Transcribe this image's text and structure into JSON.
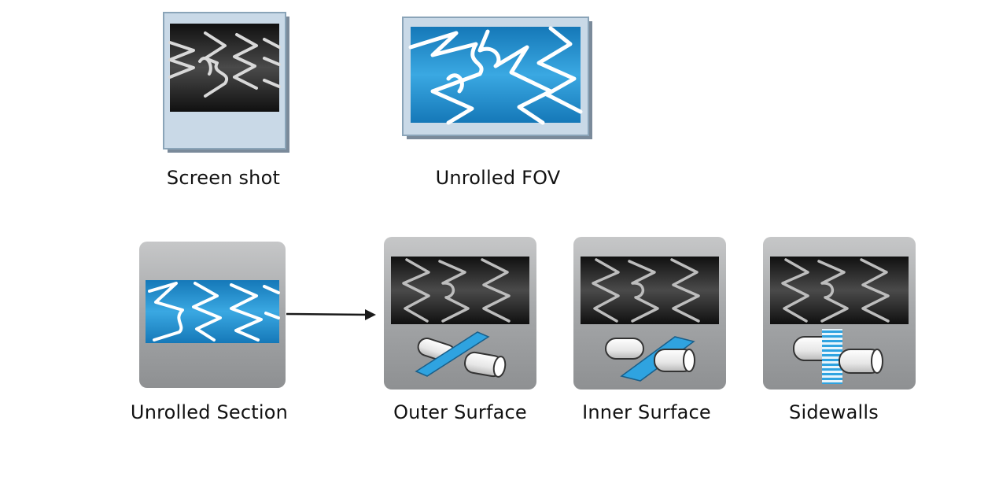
{
  "colors": {
    "blue": "#1e8fd0",
    "dark": "#2b2b2b",
    "panel_gray": "#9c9e a0",
    "frame_light": "#c8d8e6",
    "stent_white": "#ffffff"
  },
  "tools": {
    "screen_shot": {
      "label": "Screen shot",
      "icon": "screenshot-icon"
    },
    "unrolled_fov": {
      "label": "Unrolled FOV",
      "icon": "unrolled-fov-icon"
    },
    "unrolled_section": {
      "label": "Unrolled Section",
      "icon": "unrolled-section-icon"
    },
    "outer_surface": {
      "label": "Outer Surface",
      "icon": "outer-surface-icon"
    },
    "inner_surface": {
      "label": "Inner Surface",
      "icon": "inner-surface-icon"
    },
    "sidewalls": {
      "label": "Sidewalls",
      "icon": "sidewalls-icon"
    }
  }
}
